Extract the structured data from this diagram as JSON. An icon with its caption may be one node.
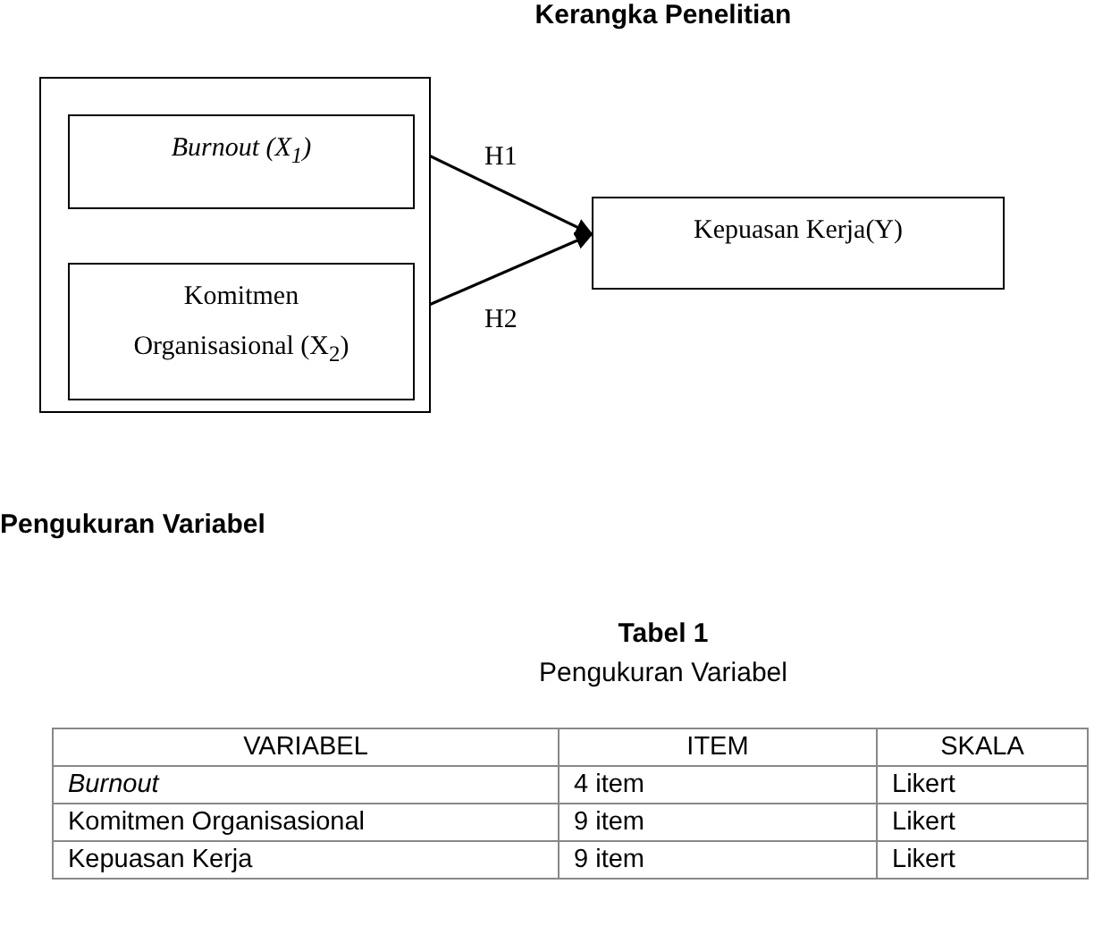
{
  "diagram": {
    "title": "Kerangka Penelitian",
    "nodes": [
      {
        "text": [],
        "shape": "box"
      },
      {
        "text": [
          "Burnout (X$_{1}$)"
        ],
        "in": 0
      },
      {
        "text": [
          "Komitmen Organisasional (X$_{2}$)"
        ],
        "in": 0
      },
      {
        "text": [
          "Kepuasan Kerja(Y)"
        ]
      }
    ],
    "edges": [
      {
        "from": 1,
        "to": 3,
        "arrow": "to",
        "label": "H1"
      },
      {
        "from": 2,
        "to": 3,
        "arrow": "to",
        "label": "H2"
      }
    ],
    "labels": [
      "Pengukuran Variabel",
      "Tabel 1",
      "Pengukuran Variabel",
      "VARIABEL",
      "ITEM",
      "SKALA",
      "Burnout",
      "4 item",
      "Likert",
      "Komitmen Organisasional",
      "9 item",
      "Likert",
      "Kepuasan Kerja",
      "9 item",
      "Likert"
    ]
  }
}
